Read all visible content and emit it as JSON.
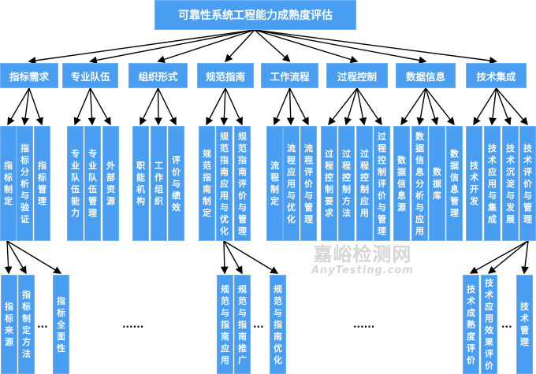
{
  "root": "可靠性系统工程能力成熟度评估",
  "categories": [
    {
      "label": "指标需求",
      "children": [
        "指标制定",
        "指标分析与验证",
        "指标管理"
      ]
    },
    {
      "label": "专业队伍",
      "children": [
        "专业队伍能力",
        "专业队伍管理",
        "外部资源"
      ]
    },
    {
      "label": "组织形式",
      "children": [
        "职能机构",
        "工作组织",
        "评价与绩效"
      ]
    },
    {
      "label": "规范指南",
      "children": [
        "规范指南制定",
        "规范指南应用与优化",
        "规范指南评价与管理"
      ]
    },
    {
      "label": "工作流程",
      "children": [
        "流程制定",
        "流程应用与优化",
        "流程评价与管理"
      ]
    },
    {
      "label": "过程控制",
      "children": [
        "过程控制要求",
        "过程控制方法",
        "过程控制应用",
        "过程控制评价与管理"
      ]
    },
    {
      "label": "数据信息",
      "children": [
        "数据信息源",
        "数据信息分析与应用",
        "数据库",
        "数据信息管理"
      ]
    },
    {
      "label": "技术集成",
      "children": [
        "技术开发",
        "技术应用与集成",
        "技术沉淀与发展",
        "技术评价与管理"
      ]
    }
  ],
  "level3": {
    "indicator": {
      "items": [
        "指标来源",
        "指标制定方法",
        "指标全面性"
      ],
      "ellipsis": "..."
    },
    "standard": {
      "items": [
        "规范与指南应用",
        "规范与指南推广",
        "规范与指南优化"
      ],
      "ellipsis": "..."
    },
    "technology": {
      "items": [
        "技术成熟度评价",
        "技术应用效果评价",
        "技术管理"
      ],
      "ellipsis": "..."
    }
  },
  "gap_ellipsis": [
    "......",
    "......"
  ],
  "watermark": {
    "line1": "嘉峪检测网",
    "line2": "AnyTesting.com"
  },
  "colors": {
    "box": "#4a9ef2",
    "arrow": "#000000"
  }
}
